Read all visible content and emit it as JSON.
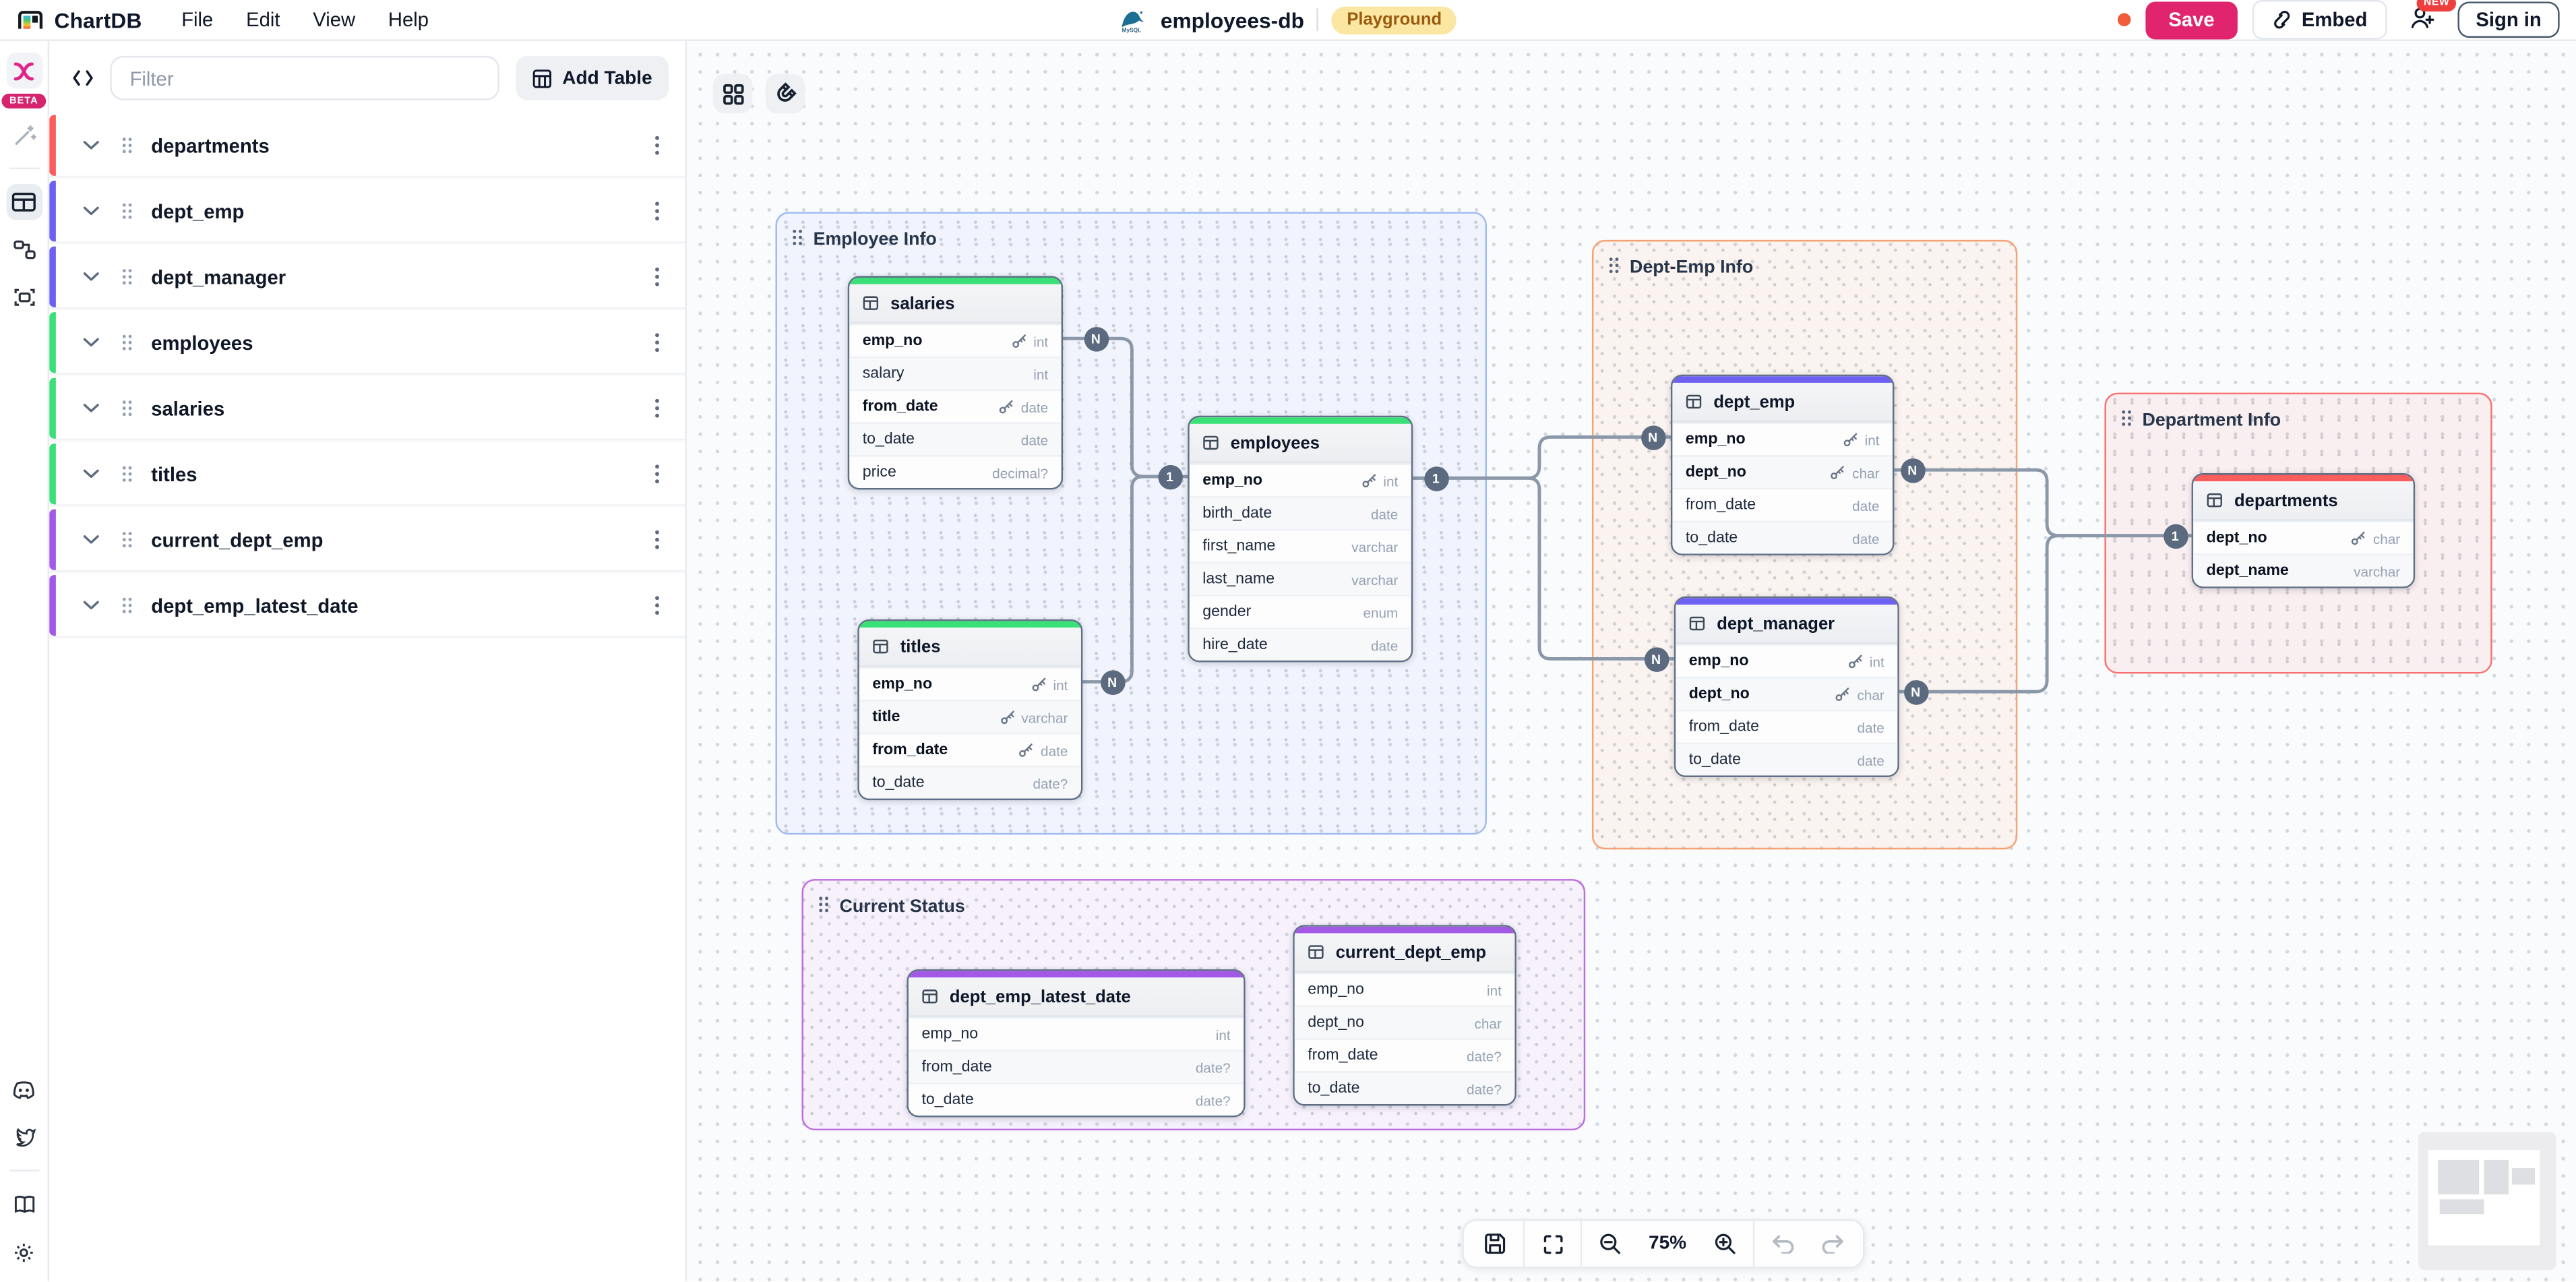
{
  "menubar": {
    "logo_text": "ChartDB",
    "menus": [
      "File",
      "Edit",
      "View",
      "Help"
    ],
    "diagram_name": "employees-db",
    "database_icon": "mysql-icon",
    "env_badge": "Playground",
    "unsaved_indicator_color": "#f05b3a",
    "save_label": "Save",
    "embed_label": "Embed",
    "new_badge": "NEW",
    "sign_in_label": "Sign in",
    "accent_color": "#e0256e"
  },
  "left_rail": {
    "beta_badge": "BETA",
    "icons": [
      "chartdb-ai-icon",
      "magic-wand-icon",
      "tables-view-icon",
      "relationships-view-icon",
      "dependencies-view-icon",
      "discord-icon",
      "twitter-icon",
      "docs-icon",
      "settings-icon"
    ],
    "active_icon": "tables-view-icon"
  },
  "sidebar": {
    "filter_placeholder": "Filter",
    "add_table_label": "Add Table",
    "tables": [
      {
        "label": "departments",
        "color": "#fb5d5d"
      },
      {
        "label": "dept_emp",
        "color": "#6e60f2"
      },
      {
        "label": "dept_manager",
        "color": "#6e60f2"
      },
      {
        "label": "employees",
        "color": "#3ae077"
      },
      {
        "label": "salaries",
        "color": "#3ae077"
      },
      {
        "label": "titles",
        "color": "#3ae077"
      },
      {
        "label": "current_dept_emp",
        "color": "#a358e6"
      },
      {
        "label": "dept_emp_latest_date",
        "color": "#a358e6"
      }
    ]
  },
  "canvas": {
    "tool_icons": [
      "grid-view-icon",
      "magnet-icon"
    ],
    "groups": [
      {
        "id": "employee_info",
        "name": "Employee Info",
        "border": "#9db9f2",
        "tint": "rgba(96,140,255,0.06)"
      },
      {
        "id": "dept_emp_info",
        "name": "Dept-Emp Info",
        "border": "#f5a173",
        "tint": "rgba(255,140,66,0.07)"
      },
      {
        "id": "department_info",
        "name": "Department Info",
        "border": "#f76f6f",
        "tint": "rgba(255,80,80,0.07)"
      },
      {
        "id": "current_status",
        "name": "Current Status",
        "border": "#c06ae0",
        "tint": "rgba(190,80,230,0.06)"
      }
    ],
    "tables": [
      {
        "id": "salaries",
        "name": "salaries",
        "color": "#3ae077",
        "fields": [
          {
            "name": "emp_no",
            "type": "int",
            "pk": true
          },
          {
            "name": "salary",
            "type": "int"
          },
          {
            "name": "from_date",
            "type": "date",
            "pk": true
          },
          {
            "name": "to_date",
            "type": "date"
          },
          {
            "name": "price",
            "type": "decimal?"
          }
        ]
      },
      {
        "id": "titles",
        "name": "titles",
        "color": "#3ae077",
        "fields": [
          {
            "name": "emp_no",
            "type": "int",
            "pk": true
          },
          {
            "name": "title",
            "type": "varchar",
            "pk": true
          },
          {
            "name": "from_date",
            "type": "date",
            "pk": true
          },
          {
            "name": "to_date",
            "type": "date?"
          }
        ]
      },
      {
        "id": "employees",
        "name": "employees",
        "color": "#3ae077",
        "fields": [
          {
            "name": "emp_no",
            "type": "int",
            "pk": true
          },
          {
            "name": "birth_date",
            "type": "date"
          },
          {
            "name": "first_name",
            "type": "varchar"
          },
          {
            "name": "last_name",
            "type": "varchar"
          },
          {
            "name": "gender",
            "type": "enum"
          },
          {
            "name": "hire_date",
            "type": "date"
          }
        ]
      },
      {
        "id": "dept_emp",
        "name": "dept_emp",
        "color": "#6e60f2",
        "fields": [
          {
            "name": "emp_no",
            "type": "int",
            "pk": true
          },
          {
            "name": "dept_no",
            "type": "char",
            "pk": true
          },
          {
            "name": "from_date",
            "type": "date"
          },
          {
            "name": "to_date",
            "type": "date"
          }
        ]
      },
      {
        "id": "dept_manager",
        "name": "dept_manager",
        "color": "#6e60f2",
        "fields": [
          {
            "name": "emp_no",
            "type": "int",
            "pk": true
          },
          {
            "name": "dept_no",
            "type": "char",
            "pk": true
          },
          {
            "name": "from_date",
            "type": "date"
          },
          {
            "name": "to_date",
            "type": "date"
          }
        ]
      },
      {
        "id": "departments",
        "name": "departments",
        "color": "#fb5d5d",
        "fields": [
          {
            "name": "dept_no",
            "type": "char",
            "pk": true
          },
          {
            "name": "dept_name",
            "type": "varchar",
            "bold": true
          }
        ]
      },
      {
        "id": "dept_emp_latest_date",
        "name": "dept_emp_latest_date",
        "color": "#a358e6",
        "fields": [
          {
            "name": "emp_no",
            "type": "int"
          },
          {
            "name": "from_date",
            "type": "date?"
          },
          {
            "name": "to_date",
            "type": "date?"
          }
        ]
      },
      {
        "id": "current_dept_emp",
        "name": "current_dept_emp",
        "color": "#a358e6",
        "fields": [
          {
            "name": "emp_no",
            "type": "int"
          },
          {
            "name": "dept_no",
            "type": "char"
          },
          {
            "name": "from_date",
            "type": "date?"
          },
          {
            "name": "to_date",
            "type": "date?"
          }
        ]
      }
    ],
    "relationships": [
      {
        "source": "salaries.emp_no",
        "target": "employees.emp_no",
        "source_card": "N",
        "target_card": "1"
      },
      {
        "source": "titles.emp_no",
        "target": "employees.emp_no",
        "source_card": "N",
        "target_card": "1"
      },
      {
        "source": "dept_emp.emp_no",
        "target": "employees.emp_no",
        "source_card": "N",
        "target_card": "1"
      },
      {
        "source": "dept_manager.emp_no",
        "target": "employees.emp_no",
        "source_card": "N",
        "target_card": "1"
      },
      {
        "source": "dept_emp.dept_no",
        "target": "departments.dept_no",
        "source_card": "N",
        "target_card": "1"
      },
      {
        "source": "dept_manager.dept_no",
        "target": "departments.dept_no",
        "source_card": "N",
        "target_card": "1"
      }
    ]
  },
  "toolbar": {
    "zoom_level": "75%",
    "icons": [
      "save-icon",
      "fullscreen-icon",
      "zoom-out-icon",
      "zoom-in-icon",
      "undo-icon",
      "redo-icon"
    ]
  }
}
